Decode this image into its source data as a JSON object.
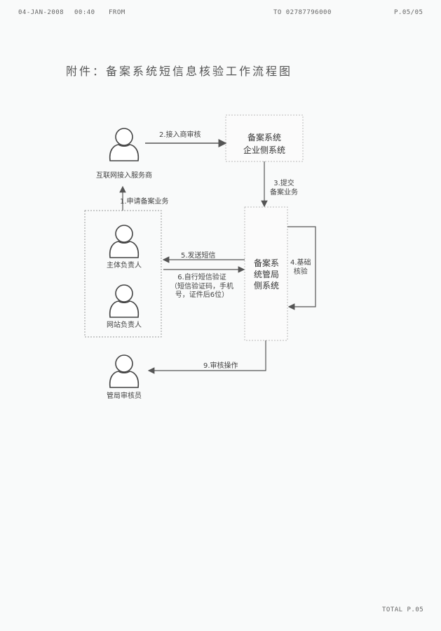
{
  "fax_header": {
    "date": "04-JAN-2008",
    "time": "00:40",
    "from": "FROM",
    "to": "TO  02787796000",
    "page": "P.05/05"
  },
  "title": "附件：备案系统短信息核验工作流程图",
  "actors": {
    "isp": "互联网接入服务商",
    "subject_owner": "主体负责人",
    "website_owner": "网站负责人",
    "reviewer": "管局审核员"
  },
  "systems": {
    "enterprise": [
      "备案系统",
      "企业侧系统"
    ],
    "bureau": [
      "备案系",
      "统管局",
      "侧系统"
    ]
  },
  "steps": {
    "s1": "1.申请备案业务",
    "s2": "2.接入商审核",
    "s3": [
      "3.提交",
      "备案业务"
    ],
    "s4": [
      "4.基础",
      "核验"
    ],
    "s5": "5.发送短信",
    "s6": [
      "6.自行短信验证",
      "（短信验证码，手机",
      "号，证件后6位）"
    ],
    "s9": "9.审核操作"
  },
  "footer": "TOTAL P.05"
}
